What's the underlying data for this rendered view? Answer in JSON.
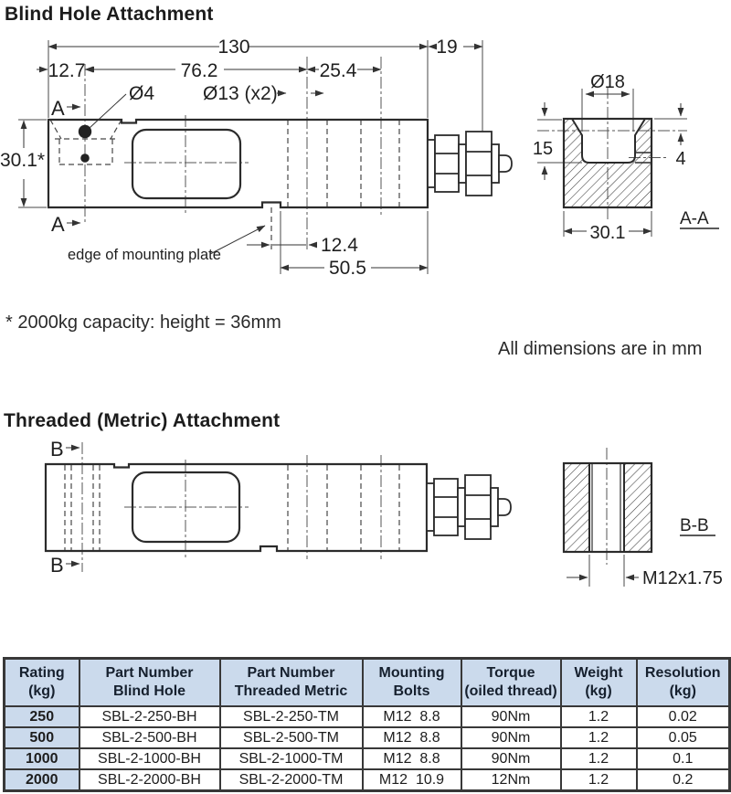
{
  "blind": {
    "title": "Blind Hole Attachment",
    "dim_overall": "130",
    "dim_gland": "19",
    "dim_offset": "12.7",
    "dim_span": "76.2",
    "dim_spacing": "25.4",
    "dia_small": "Ø4",
    "dia_bolt": "Ø13 (x2)",
    "dim_height": "30.1*",
    "section_letter": "A",
    "edge_label": "edge of mounting plate",
    "dim_edge": "12.4",
    "dim_edge_end": "50.5",
    "section": {
      "label": "A-A",
      "dia_bore": "Ø18",
      "dim_depth": "15",
      "dim_step": "4",
      "dim_width": "30.1"
    }
  },
  "threaded": {
    "title": "Threaded (Metric) Attachment",
    "section_letter": "B",
    "section": {
      "label": "B-B",
      "thread": "M12x1.75"
    }
  },
  "notes": {
    "capacity": "* 2000kg capacity: height = 36mm",
    "units": "All dimensions are in mm"
  },
  "table": {
    "headers": [
      {
        "line1": "Rating",
        "line2": "(kg)"
      },
      {
        "line1": "Part Number",
        "line2": "Blind Hole"
      },
      {
        "line1": "Part Number",
        "line2": "Threaded Metric"
      },
      {
        "line1": "Mounting",
        "line2": "Bolts"
      },
      {
        "line1": "Torque",
        "line2": "(oiled thread)"
      },
      {
        "line1": "Weight",
        "line2": "(kg)"
      },
      {
        "line1": "Resolution",
        "line2": "(kg)"
      }
    ],
    "rows": [
      {
        "rating": "250",
        "pn_blind": "SBL-2-250-BH",
        "pn_threaded": "SBL-2-250-TM",
        "bolts": "M12  8.8",
        "torque": "90Nm",
        "weight": "1.2",
        "resolution": "0.02"
      },
      {
        "rating": "500",
        "pn_blind": "SBL-2-500-BH",
        "pn_threaded": "SBL-2-500-TM",
        "bolts": "M12  8.8",
        "torque": "90Nm",
        "weight": "1.2",
        "resolution": "0.05"
      },
      {
        "rating": "1000",
        "pn_blind": "SBL-2-1000-BH",
        "pn_threaded": "SBL-2-1000-TM",
        "bolts": "M12  8.8",
        "torque": "90Nm",
        "weight": "1.2",
        "resolution": "0.1"
      },
      {
        "rating": "2000",
        "pn_blind": "SBL-2-2000-BH",
        "pn_threaded": "SBL-2-2000-TM",
        "bolts": "M12  10.9",
        "torque": "12Nm",
        "weight": "1.2",
        "resolution": "0.2"
      }
    ]
  }
}
